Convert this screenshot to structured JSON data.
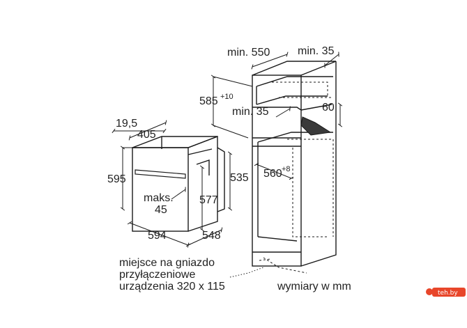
{
  "colors": {
    "line": "#1a1a1a",
    "shade": "#3a3a3a",
    "accent": "#e8462a"
  },
  "oven": {
    "d_19_5": "19,5",
    "d_405": "405",
    "d_595": "595",
    "d_535": "535",
    "d_577": "577",
    "max_label": "maks.",
    "max_value": "45",
    "d_594": "594",
    "d_548": "548"
  },
  "cabinet": {
    "min_550": "min. 550",
    "min_35_top": "min. 35",
    "d_585": "585",
    "d_585_sup": "+10",
    "min_35_mid": "min. 35",
    "d_60": "60",
    "d_560": "560",
    "d_560_sup": "+8"
  },
  "notes": {
    "socket_line1": "miejsce na gniazdo",
    "socket_line2": "przyłączeniowe",
    "socket_line3": "urządzenia 320 x 115",
    "units": "wymiary w mm"
  },
  "watermark": {
    "text": "teh.by"
  }
}
